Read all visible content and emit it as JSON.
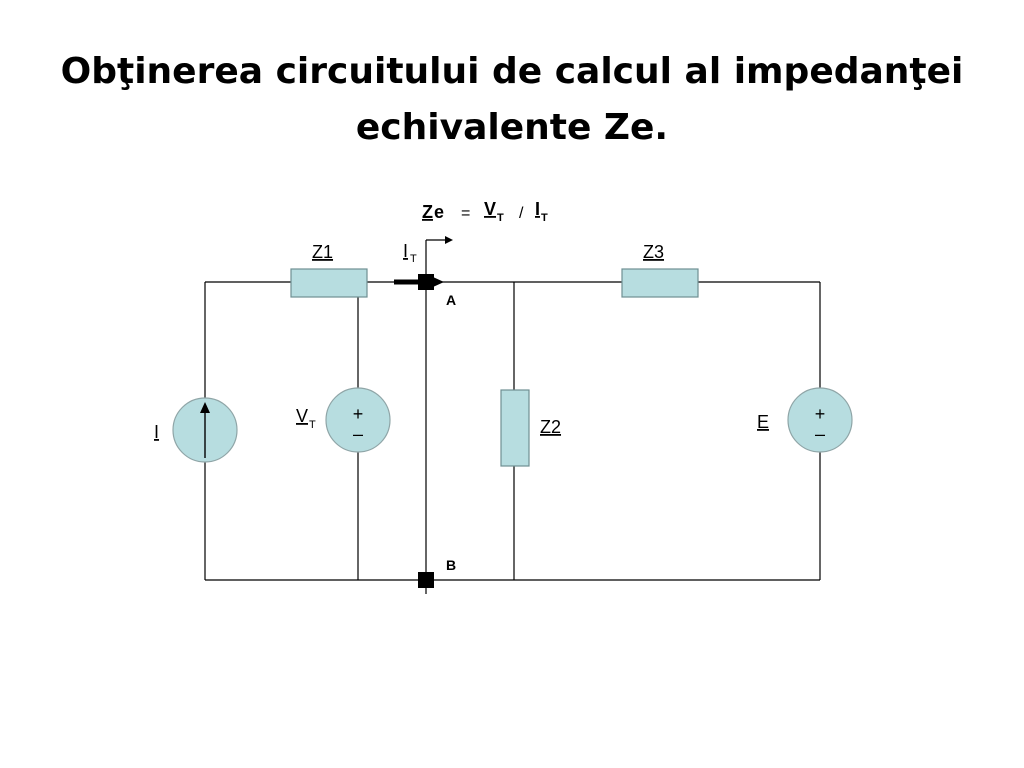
{
  "title": {
    "line1": "Obţinerea circuitului de calcul al impedanţei",
    "line2": "echivalente Ze."
  },
  "formula": {
    "ze_main": "Z",
    "ze_rest": "e",
    "equals": "=",
    "vt_main": "V",
    "vt_sub": "T",
    "slash": "/",
    "it_main": "I",
    "it_sub": "T"
  },
  "labels": {
    "z1": "Z1",
    "z2": "Z2",
    "z3": "Z3",
    "it_main": "I",
    "it_sub": "T",
    "vt_main": "V",
    "vt_sub": "T",
    "i": "I",
    "e": "E",
    "node_a": "A",
    "node_b": "B",
    "plus": "+",
    "minus": "–"
  },
  "colors": {
    "impedance_fill": "#b7dde0",
    "source_fill": "#b7dde0",
    "wire": "#000000"
  }
}
